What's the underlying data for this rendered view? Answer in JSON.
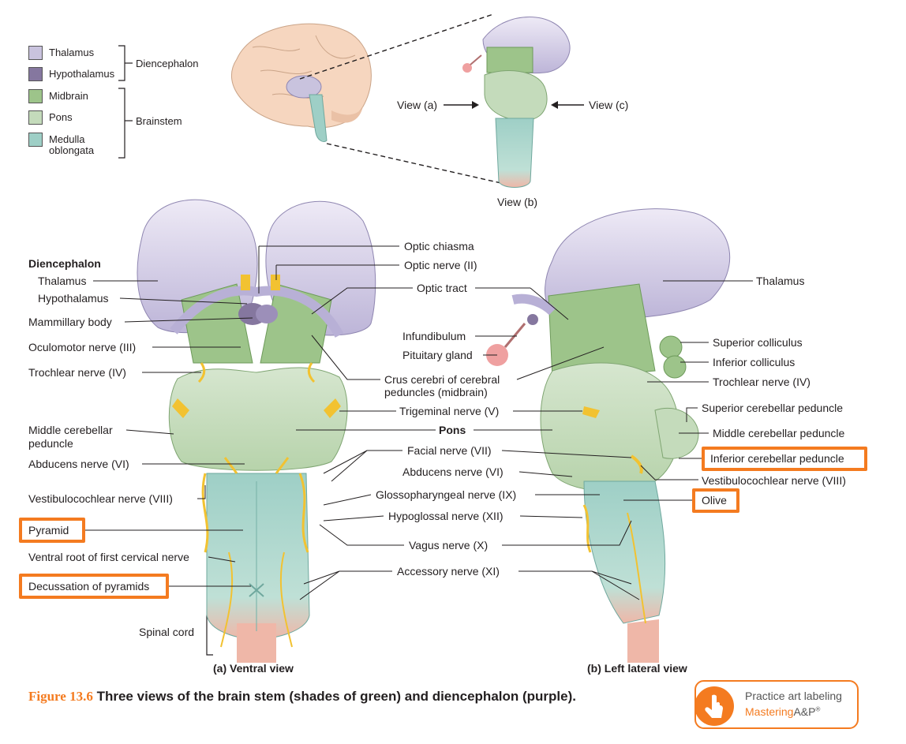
{
  "legend": {
    "items": [
      {
        "label": "Thalamus",
        "color": "#c9c3de"
      },
      {
        "label": "Hypothalamus",
        "color": "#85779f"
      },
      {
        "label": "Midbrain",
        "color": "#9dc48a"
      },
      {
        "label": "Pons",
        "color": "#c4dbbb"
      },
      {
        "label": "Medulla oblongata",
        "color": "#9ecfc6"
      }
    ],
    "group_diencephalon": "Diencephalon",
    "group_brainstem": "Brainstem"
  },
  "views": {
    "view_a": "View (a)",
    "view_c": "View (c)",
    "view_b": "View (b)"
  },
  "ventral": {
    "heading": "Diencephalon",
    "thalamus": "Thalamus",
    "hypothalamus": "Hypothalamus",
    "mammillary_body": "Mammillary body",
    "oculomotor": "Oculomotor nerve (III)",
    "trochlear": "Trochlear nerve (IV)",
    "middle_cerebellar_1": "Middle cerebellar",
    "middle_cerebellar_2": "peduncle",
    "abducens": "Abducens nerve (VI)",
    "vestibulocochlear": "Vestibulocochlear nerve (VIII)",
    "pyramid": "Pyramid",
    "ventral_root": "Ventral root of first cervical nerve",
    "decussation": "Decussation of pyramids",
    "spinal_cord": "Spinal cord",
    "caption": "(a) Ventral view"
  },
  "center": {
    "optic_chiasma": "Optic chiasma",
    "optic_nerve": "Optic nerve (II)",
    "optic_tract": "Optic tract",
    "infundibulum": "Infundibulum",
    "pituitary": "Pituitary gland",
    "crus_1": "Crus cerebri of cerebral",
    "crus_2": "peduncles (midbrain)",
    "trigeminal": "Trigeminal nerve (V)",
    "pons": "Pons",
    "facial": "Facial nerve (VII)",
    "abducens": "Abducens nerve (VI)",
    "glossopharyngeal": "Glossopharyngeal nerve (IX)",
    "hypoglossal": "Hypoglossal nerve (XII)",
    "vagus": "Vagus nerve (X)",
    "accessory": "Accessory nerve (XI)"
  },
  "lateral": {
    "thalamus": "Thalamus",
    "superior_colliculus": "Superior colliculus",
    "inferior_colliculus": "Inferior colliculus",
    "trochlear": "Trochlear nerve (IV)",
    "superior_cerebellar": "Superior cerebellar peduncle",
    "middle_cerebellar": "Middle cerebellar peduncle",
    "inferior_cerebellar": "Inferior cerebellar peduncle",
    "vestibulocochlear": "Vestibulocochlear nerve (VIII)",
    "olive": "Olive",
    "caption": "(b) Left lateral view"
  },
  "figure": {
    "number": "Figure 13.6",
    "text": "Three views of the brain stem (shades of green) and diencephalon (purple)."
  },
  "mastering": {
    "line1": "Practice art labeling",
    "brand": "Mastering",
    "brand_suffix": "A&P",
    "mark": "®"
  },
  "colors": {
    "accent": "#f47b20",
    "thalamus": "#c9c3de",
    "hypothalamus": "#85779f",
    "midbrain": "#9dc48a",
    "pons": "#c4dbbb",
    "medulla": "#9ecfc6",
    "nerve": "#f2c231",
    "spinal_pink": "#efb7a8"
  }
}
